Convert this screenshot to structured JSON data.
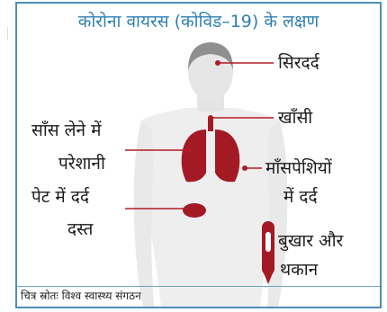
{
  "title": "कोरोना वायरस (कोविड–19) के लक्षण",
  "symptoms": {
    "headache": "सिरदर्द",
    "cough": "खाँसी",
    "breathing_1": "साँस लेने में",
    "breathing_2": "परेशानी",
    "muscle_pain_1": "माँसपेशियों",
    "muscle_pain_2": "में दर्द",
    "stomach_1": "पेट में दर्द",
    "stomach_2": "दस्त",
    "fever_1": "बुखार और",
    "fever_2": "थकान"
  },
  "source": "चित्र स्रोतः विश्व स्वास्थ्य संगठन",
  "colors": {
    "title": "#2f7fb3",
    "frame": "#4a8fb8",
    "organ": "#a31a25",
    "leader_line": "#b01c24",
    "body": "#eeeeee",
    "head": "#e6e6e6",
    "hair": "#8f8f8f"
  },
  "icons": [
    "human-figure",
    "lungs-icon",
    "stomach-icon",
    "thermometer-icon"
  ]
}
